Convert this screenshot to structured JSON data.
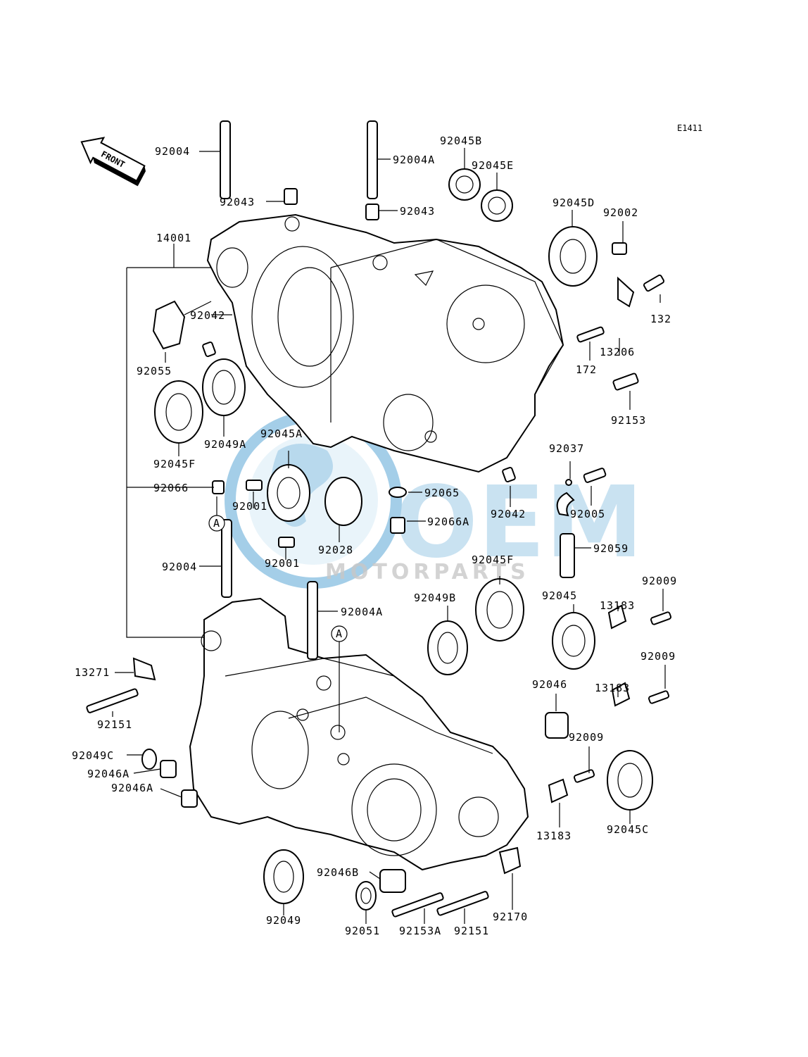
{
  "diagram_code": "E1411",
  "front_arrow_label": "FRONT",
  "watermark": {
    "brand": "OEM",
    "sub": "MOTORPARTS",
    "color": "#5aa7d6"
  },
  "ref_marker": "A",
  "part_labels": [
    "92004",
    "92004A",
    "92045B",
    "92045E",
    "92043",
    "92043",
    "14001",
    "92045D",
    "92002",
    "132",
    "13206",
    "172",
    "92042",
    "92055",
    "92049A",
    "92045F",
    "92045A",
    "92153",
    "92066",
    "92001",
    "92001",
    "92065",
    "92066A",
    "92037",
    "92042",
    "92005",
    "92028",
    "92059",
    "92004",
    "92045F",
    "92004A",
    "92049B",
    "92045",
    "92009",
    "13183",
    "13271",
    "92151",
    "92046",
    "92009",
    "13183",
    "92049C",
    "92046A",
    "92046A",
    "92009",
    "92045C",
    "13183",
    "92046B",
    "92049",
    "92170",
    "92051",
    "92153A",
    "92151"
  ]
}
